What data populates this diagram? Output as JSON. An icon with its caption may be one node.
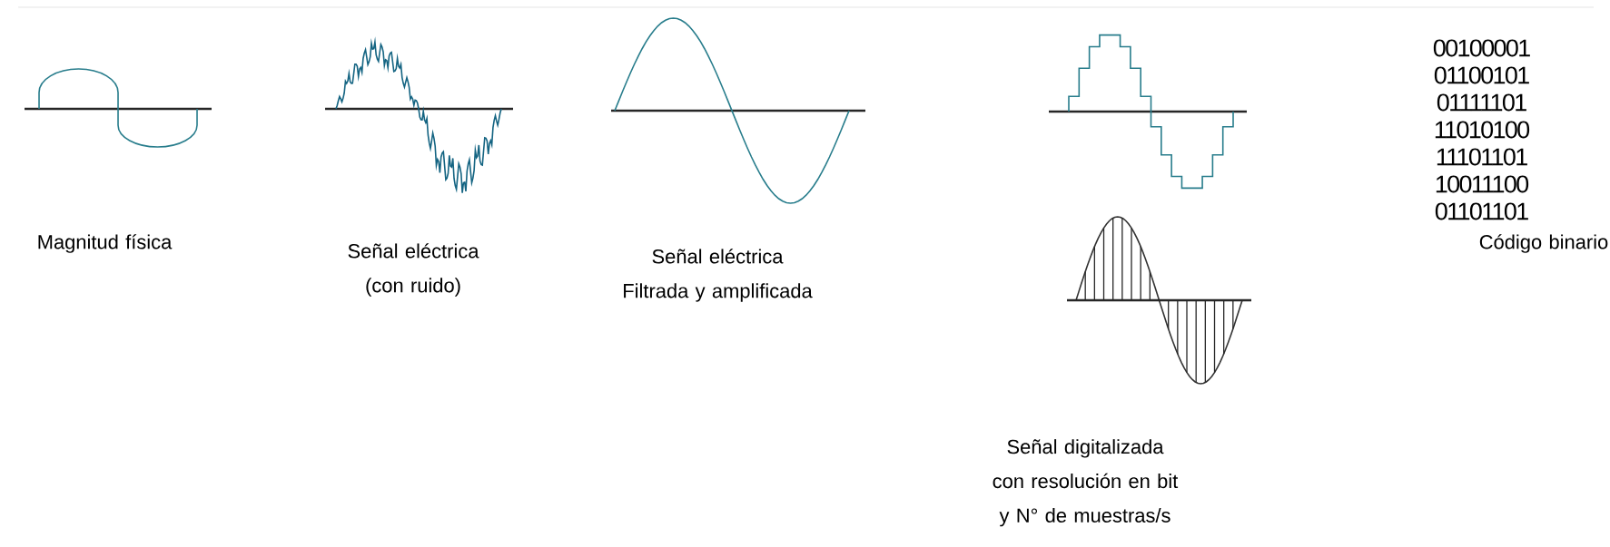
{
  "diagram": {
    "labels": [
      "Magnitud física",
      "Señal eléctrica (con ruido)",
      "Señal eléctrica Filtrada y amplificada",
      "Señal digitalizada con resolución en bit y N° de muestras/s",
      "00100001",
      "01100101",
      "01111101",
      "11010100",
      "11101101",
      "10011100",
      "01101101",
      "Código binario"
    ]
  }
}
